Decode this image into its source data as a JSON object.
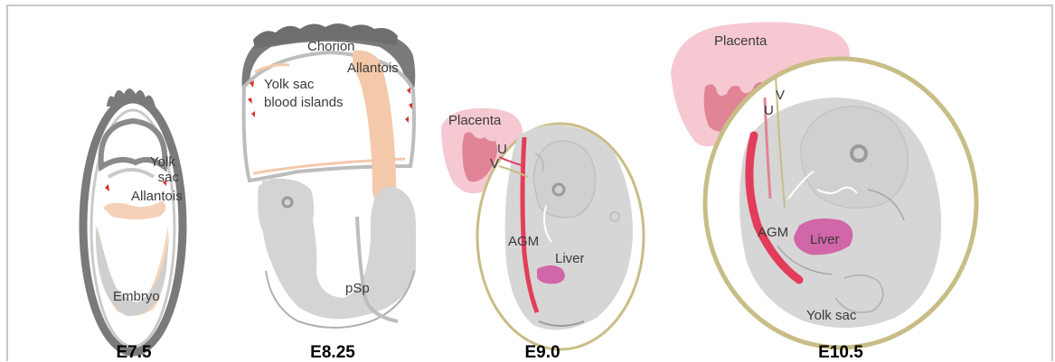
{
  "panels": [
    {
      "stage": "E7.5",
      "labels": {
        "yolk_sac": "Yolk\nsac",
        "allantois": "Allantois",
        "embryo": "Embryo"
      }
    },
    {
      "stage": "E8.25",
      "labels": {
        "chorion": "Chorion",
        "allantois": "Allantois",
        "blood_islands": "Yolk sac\nblood islands",
        "psp": "pSp"
      }
    },
    {
      "stage": "E9.0",
      "labels": {
        "placenta": "Placenta",
        "u": "U",
        "v": "V",
        "agm": "AGM",
        "liver": "Liver"
      }
    },
    {
      "stage": "E10.5",
      "labels": {
        "placenta": "Placenta",
        "u": "U",
        "v": "V",
        "agm": "AGM",
        "liver": "Liver",
        "yolk_sac": "Yolk sac"
      }
    }
  ],
  "colors": {
    "membrane_dark": "#7a7a7a",
    "embryo_gray": "#d4d4d4",
    "allantois_peach": "#f3c9aa",
    "placenta_pink": "#f6c9d2",
    "placenta_dark": "#e08496",
    "vessel_red": "#e23d5a",
    "liver_magenta": "#d166a8",
    "yolk_sac_outline": "#c8bd86",
    "blood_island_red": "#d9302a"
  }
}
